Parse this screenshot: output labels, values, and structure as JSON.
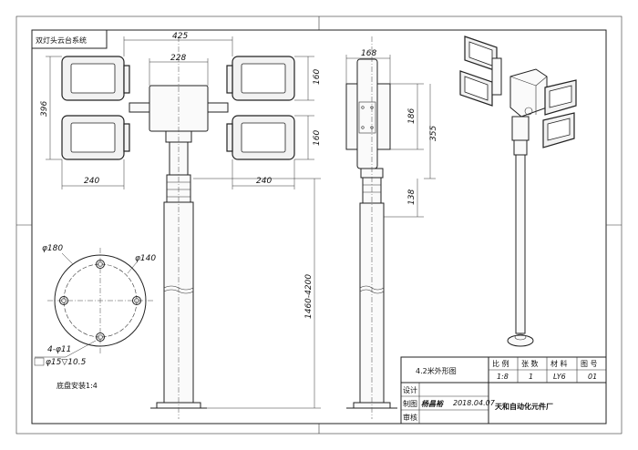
{
  "title_box": {
    "text": "双灯头云台系统"
  },
  "front_view": {
    "dims": {
      "overall_width": "425",
      "box_width": "228",
      "height_396": "396",
      "lamp_h_top": "160",
      "lamp_h_bottom": "160",
      "lamp_w_left": "240",
      "lamp_w_right": "240",
      "pole_height": "1460-4200"
    }
  },
  "side_view": {
    "dims": {
      "width_168": "168",
      "h_186": "186",
      "h_355": "355",
      "h_138": "138"
    }
  },
  "base_view": {
    "dims": {
      "outer_dia": "φ180",
      "bolt_circle": "φ140",
      "holes": "4-φ11",
      "counterbore": "φ15▽10.5"
    },
    "caption": "底盘安装1:4"
  },
  "title_block": {
    "drawing_name": "4.2米外形图",
    "headers": [
      "比 例",
      "张 数",
      "材 料",
      "图 号"
    ],
    "values": [
      "1:8",
      "1",
      "LY6",
      "01"
    ],
    "label_design": "设计",
    "label_drawn": "制图",
    "label_review": "审核",
    "drawn_by": "杨昌裕",
    "date": "2018.04.07",
    "company": "天和自动化元件厂"
  }
}
